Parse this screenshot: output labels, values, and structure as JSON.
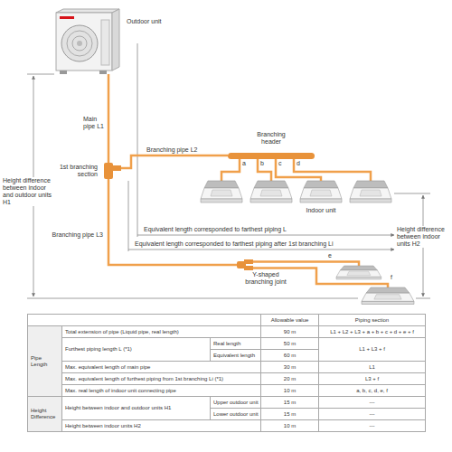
{
  "diagram": {
    "nodes": [
      {
        "text": [
          "Outdoor unit"
        ]
      },
      {
        "text": [
          "1st branching section"
        ]
      },
      {
        "text": [
          "Branching header"
        ]
      },
      {
        "text": [
          "Indoor unit"
        ]
      },
      {
        "text": [
          "Y-shaped branching joint"
        ]
      }
    ],
    "edges": [
      {
        "from": 0,
        "to": 1,
        "arrow": "none",
        "label": "Main pipe L1"
      },
      {
        "from": 1,
        "to": 2,
        "arrow": "none",
        "label": "Branching pipe L2"
      },
      {
        "from": 1,
        "to": 4,
        "arrow": "none",
        "label": "Branching pipe L3"
      },
      {
        "from": 2,
        "to": 3,
        "arrow": "none",
        "label": "c"
      }
    ],
    "labels": [
      "a",
      "b",
      "d",
      "e",
      "f",
      "Height difference between indoor and outdoor units H1",
      "Equivalent length corresponded to farthest piping L",
      "Equivalent length corresponded to farthest piping after 1st branching Li",
      "Height difference between indoor units H2",
      "Allowable value",
      "Piping section",
      "Pipe Length",
      "Total extension of pipe (Liquid pipe, real length)",
      "90 m",
      "L1 + L2 + L3 + a + b + c + d + e + f",
      "Furthest piping length L (*1)",
      "Real length",
      "50 m",
      "L1 + L3 + f",
      "Equivalent length",
      "60 m",
      "Max. equivalent length of main pipe",
      "30 m",
      "L1",
      "Max. equivalent length of furthest piping from 1st branching Li (*1)",
      "20 m",
      "L3 + f",
      "Max. real length of indoor unit connecting pipe",
      "10 m",
      "a, b, c, d, e, f",
      "Height Difference",
      "Height between indoor and outdoor units H1",
      "Upper outdoor unit",
      "15 m",
      "---",
      "Lower outdoor unit",
      "15 m",
      "---",
      "Height between indoor units H2",
      "10 m",
      "---"
    ]
  }
}
